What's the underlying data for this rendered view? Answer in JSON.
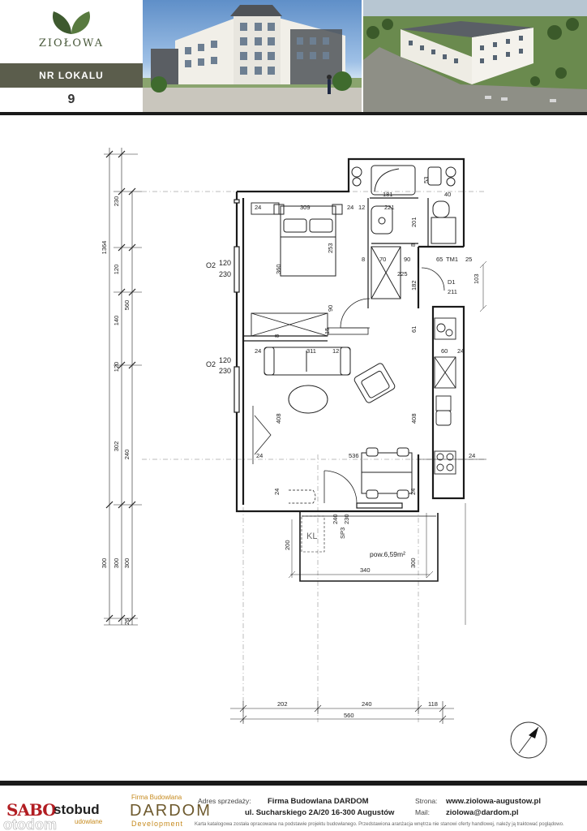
{
  "header": {
    "brand_name": "ZIOŁOWA",
    "unit_label": "NR LOKALU",
    "unit_number": "9"
  },
  "plan": {
    "rooms": {
      "balcony_area": "pow.6,59m²",
      "balcony_label": "KL",
      "balcony_depth": "200"
    },
    "windows": {
      "w1_type": "O2",
      "w1_width": "120",
      "w1_height": "230",
      "w2_type": "O2",
      "w2_width": "120",
      "w2_height": "230",
      "door_width": "SP3",
      "door_dim1": "240",
      "door_dim2": "230",
      "entry_door": "D1",
      "entry_door_h": "211",
      "entry_door_w": "103"
    },
    "interior_dims": {
      "d24a": "24",
      "d309": "309",
      "d24b": "24",
      "d12": "12",
      "d221": "221",
      "d181": "181",
      "d53": "53",
      "d40": "40",
      "d201": "201",
      "d253": "253",
      "d360": "360",
      "d8a": "8",
      "d70": "70",
      "d90a": "90",
      "d65": "65",
      "d_tm1": "TM1",
      "d25": "25",
      "d8b": "8",
      "d225": "225",
      "d182": "182",
      "d90b": "90",
      "d8c": "8",
      "d15": "15",
      "d61": "61",
      "d60": "60",
      "d24c": "24",
      "d24d": "24",
      "d311": "311",
      "d12b": "12",
      "d408a": "408",
      "d408b": "408",
      "d536": "536",
      "d24e": "24",
      "d24f": "24",
      "d24g": "24",
      "d300b": "300",
      "d340": "340"
    },
    "left_dims": {
      "l230": "230",
      "l1364": "1364",
      "l120a": "120",
      "l560": "560",
      "l140": "140",
      "l120b": "120",
      "l302": "302",
      "l240": "240",
      "l300a": "300",
      "l300b": "300",
      "l300c": "300",
      "l26": "26"
    },
    "bottom_dims": {
      "b202": "202",
      "b240": "240",
      "b118": "118",
      "b560": "560"
    }
  },
  "footer": {
    "logo_sabo": "SABO",
    "logo_stobud": "stobud",
    "logo_stobud_sub": "udowlane",
    "logo_dardom_small": "Firma Budowlana",
    "logo_dardom": "DARDOM",
    "logo_dardom_sub": "Development",
    "sales_label": "Adres sprzedaży:",
    "company": "Firma Budowlana DARDOM",
    "address": "ul. Sucharskiego 2A/20 16-300 Augustów",
    "web_label": "Strona:",
    "web": "www.ziolowa-augustow.pl",
    "mail_label": "Mail:",
    "mail": "ziolowa@dardom.pl",
    "disclaimer": "Karta katalogowa została opracowana na podstawie projektu budowlanego. Przedstawiona aranżacja wnętrza nie stanowi oferty handlowej, należy ją traktować poglądowo.",
    "watermark": "otodom"
  },
  "colors": {
    "accent": "#5b5d4c",
    "brand_green": "#4a5a3c",
    "sabo_red": "#b21d22",
    "dardom_gold": "#c68a1d"
  }
}
